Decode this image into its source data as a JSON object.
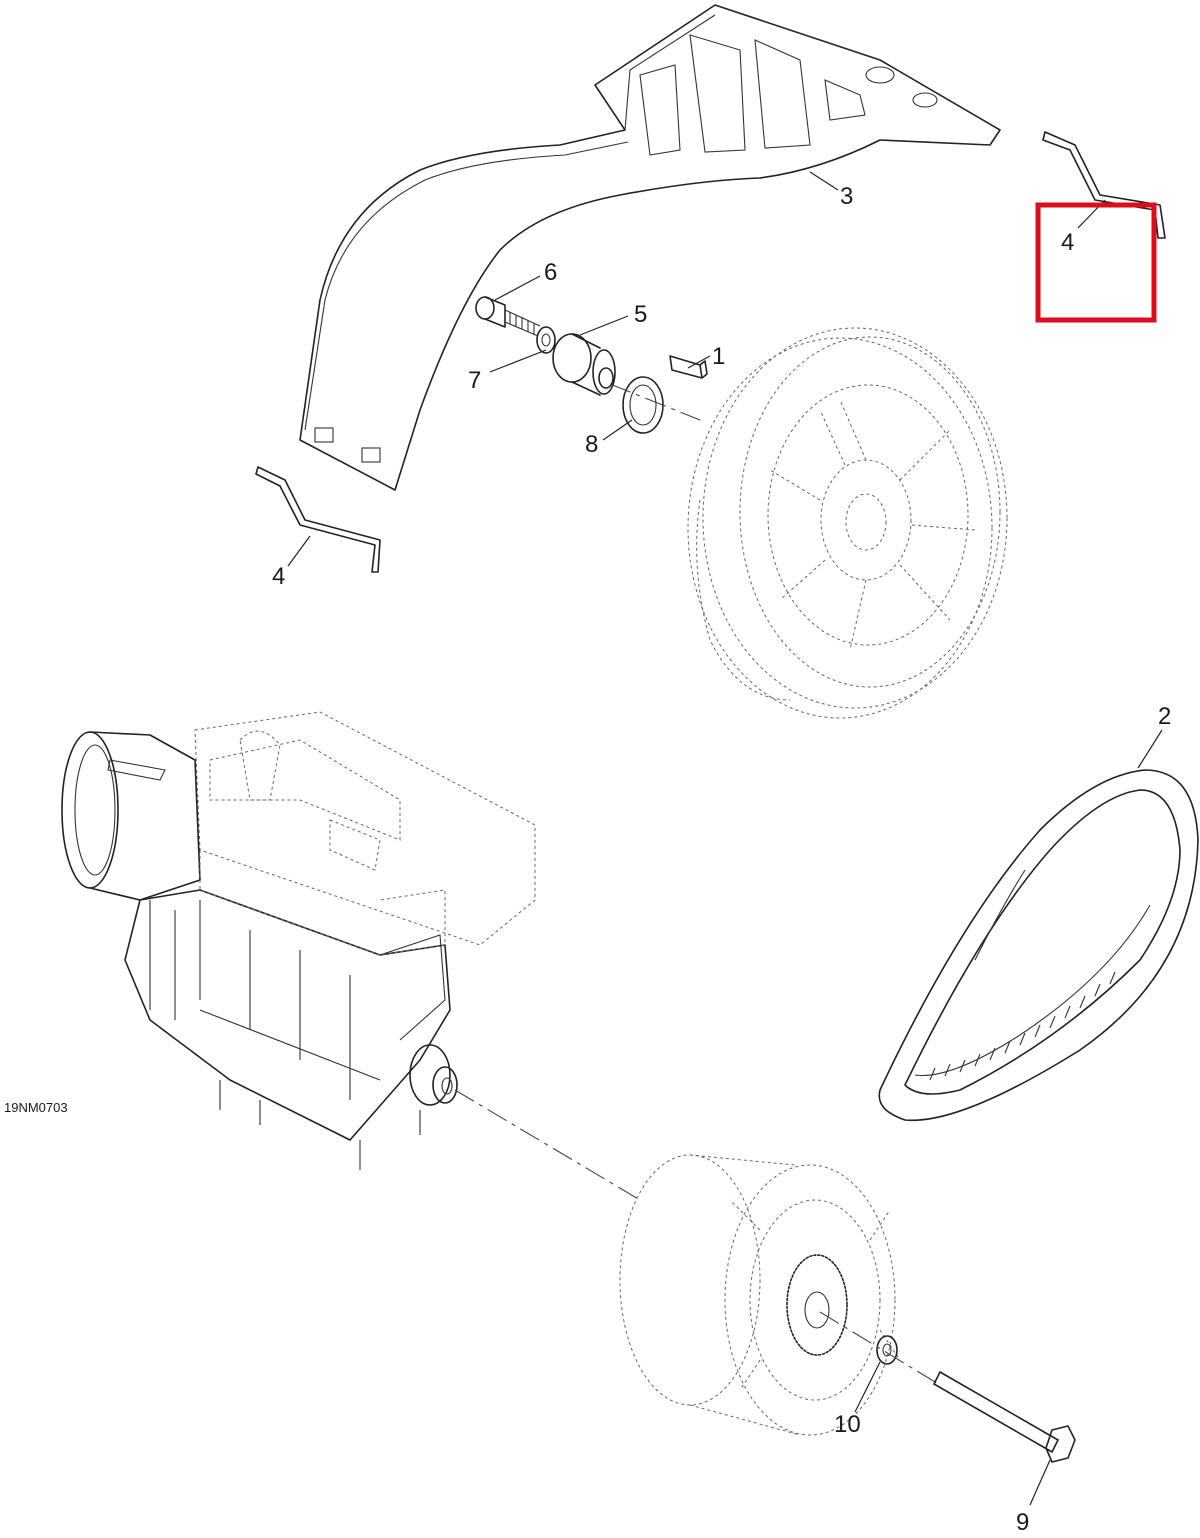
{
  "drawing": {
    "reference_code": "19NM0703",
    "highlight_color": "#dd0d1b"
  },
  "callouts": [
    {
      "id": "1",
      "label": "1"
    },
    {
      "id": "2",
      "label": "2"
    },
    {
      "id": "3",
      "label": "3"
    },
    {
      "id": "4a",
      "label": "4"
    },
    {
      "id": "4b",
      "label": "4"
    },
    {
      "id": "5",
      "label": "5"
    },
    {
      "id": "6",
      "label": "6"
    },
    {
      "id": "7",
      "label": "7"
    },
    {
      "id": "8",
      "label": "8"
    },
    {
      "id": "9",
      "label": "9"
    },
    {
      "id": "10",
      "label": "10"
    }
  ],
  "highlighted_callout": "4"
}
